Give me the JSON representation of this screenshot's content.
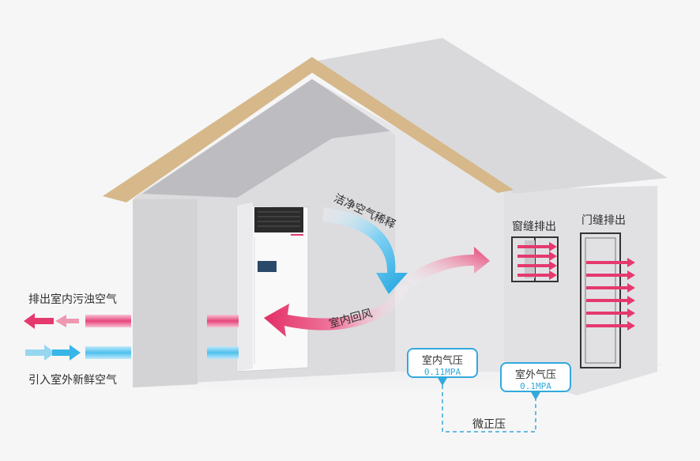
{
  "labels": {
    "exhaust_outdoor": "排出室内污浊空气",
    "intake_fresh": "引入室外新鲜空气",
    "clean_dilution": "洁净空气稀释",
    "indoor_return": "室内回风",
    "window_exhaust": "窗缝排出",
    "door_exhaust": "门缝排出",
    "micro_positive": "微正压"
  },
  "pressure": {
    "indoor": {
      "label": "室内气压",
      "value": "0.11MPA"
    },
    "outdoor": {
      "label": "室外气压",
      "value": "0.1MPA"
    }
  },
  "colors": {
    "fresh_air": "#38b6e8",
    "exhaust_air": "#e5396e",
    "roof_trim": "#d6b88a",
    "wall": "#e4e4e6",
    "wall_dark": "#cfcfd2"
  }
}
